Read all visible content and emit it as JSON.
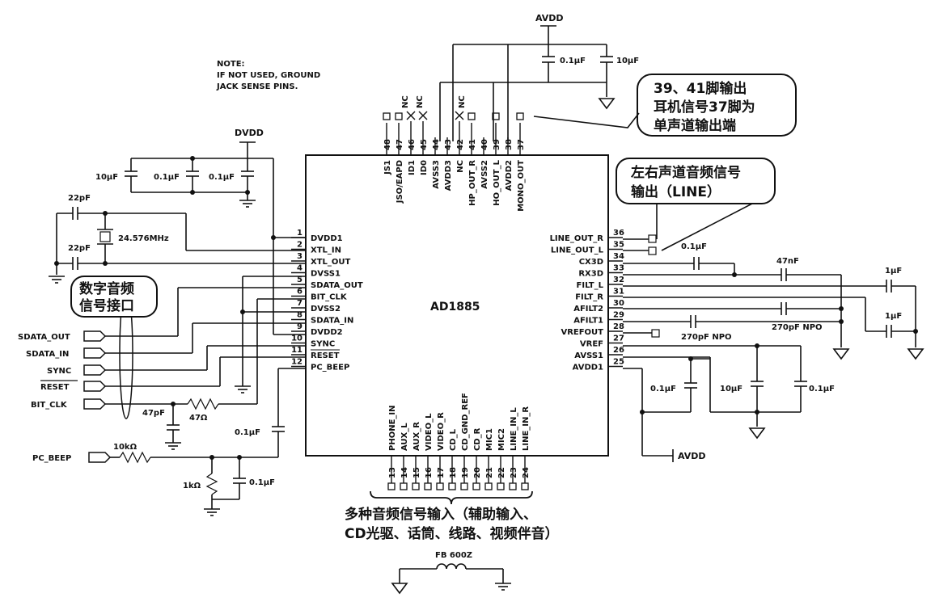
{
  "chip": {
    "name": "AD1885",
    "left_pins": [
      {
        "num": "1",
        "label": "DVDD1"
      },
      {
        "num": "2",
        "label": "XTL_IN"
      },
      {
        "num": "3",
        "label": "XTL_OUT"
      },
      {
        "num": "4",
        "label": "DVSS1"
      },
      {
        "num": "5",
        "label": "SDATA_OUT"
      },
      {
        "num": "6",
        "label": "BIT_CLK"
      },
      {
        "num": "7",
        "label": "DVSS2"
      },
      {
        "num": "8",
        "label": "SDATA_IN"
      },
      {
        "num": "9",
        "label": "DVDD2"
      },
      {
        "num": "10",
        "label": "SYNC"
      },
      {
        "num": "11",
        "label": "RESET"
      },
      {
        "num": "12",
        "label": "PC_BEEP"
      }
    ],
    "right_pins": [
      {
        "num": "36",
        "label": "LINE_OUT_R"
      },
      {
        "num": "35",
        "label": "LINE_OUT_L"
      },
      {
        "num": "34",
        "label": "CX3D"
      },
      {
        "num": "33",
        "label": "RX3D"
      },
      {
        "num": "32",
        "label": "FILT_L"
      },
      {
        "num": "31",
        "label": "FILT_R"
      },
      {
        "num": "30",
        "label": "AFILT2"
      },
      {
        "num": "29",
        "label": "AFILT1"
      },
      {
        "num": "28",
        "label": "VREFOUT"
      },
      {
        "num": "27",
        "label": "VREF"
      },
      {
        "num": "26",
        "label": "AVSS1"
      },
      {
        "num": "25",
        "label": "AVDD1"
      }
    ],
    "top_pins": [
      {
        "num": "48",
        "label": "JS1"
      },
      {
        "num": "47",
        "label": "JSO/EAPD"
      },
      {
        "num": "46",
        "label": "ID1"
      },
      {
        "num": "45",
        "label": "ID0"
      },
      {
        "num": "44",
        "label": "AVSS3"
      },
      {
        "num": "43",
        "label": "AVDD3"
      },
      {
        "num": "42",
        "label": "NC"
      },
      {
        "num": "41",
        "label": "HP_OUT_R"
      },
      {
        "num": "40",
        "label": "AVSS2"
      },
      {
        "num": "39",
        "label": "HO_OUT_L"
      },
      {
        "num": "38",
        "label": "AVDD2"
      },
      {
        "num": "37",
        "label": "MONO_OUT"
      }
    ],
    "bottom_pins": [
      {
        "num": "13",
        "label": "PHONE_IN"
      },
      {
        "num": "14",
        "label": "AUX_L"
      },
      {
        "num": "15",
        "label": "AUX_R"
      },
      {
        "num": "16",
        "label": "VIDEO_L"
      },
      {
        "num": "17",
        "label": "VIDEO_R"
      },
      {
        "num": "18",
        "label": "CD_L"
      },
      {
        "num": "19",
        "label": "CD_GND_REF"
      },
      {
        "num": "20",
        "label": "CD_R"
      },
      {
        "num": "21",
        "label": "MIC1"
      },
      {
        "num": "22",
        "label": "MIC2"
      },
      {
        "num": "23",
        "label": "LINE_IN_L"
      },
      {
        "num": "24",
        "label": "LINE_IN_R"
      }
    ]
  },
  "note": {
    "line1": "NOTE:",
    "line2": "IF NOT USED, GROUND",
    "line3": "JACK SENSE PINS."
  },
  "rails": {
    "avdd": "AVDD",
    "dvdd": "DVDD",
    "avdd_bottom": "AVDD"
  },
  "nc": {
    "a": "NC",
    "b": "NC",
    "c": "NC"
  },
  "components": {
    "c_avdd1": "0.1μF",
    "c_avdd2": "10μF",
    "c_dvdd1": "10μF",
    "c_dvdd2": "0.1μF",
    "c_dvdd3": "0.1μF",
    "c_xtal1": "22pF",
    "c_xtal2": "22pF",
    "crystal": "24.576MHz",
    "c_cx3d": "0.1μF",
    "c_rx3d": "47nF",
    "c_filt1": "1μF",
    "c_filt2": "1μF",
    "c_afilt2": "270pF NPO",
    "c_afilt1": "270pF NPO",
    "c_vref1": "0.1μF",
    "c_vref2": "10μF",
    "c_vref3": "0.1μF",
    "c_bitclk": "47pF",
    "r_bitclk": "47Ω",
    "c_beep_coupling": "0.1μF",
    "r_beep": "10kΩ",
    "r_beep_gnd": "1kΩ",
    "c_beep_gnd": "0.1μF",
    "ferrite": "FB 600Z"
  },
  "ports": {
    "sdata_out": "SDATA_OUT",
    "sdata_in": "SDATA_IN",
    "sync": "SYNC",
    "reset": "RESET",
    "bit_clk": "BIT_CLK",
    "pc_beep": "PC_BEEP"
  },
  "callouts": {
    "digital_line1": "数字音频",
    "digital_line2": "信号接口",
    "headphone_line1": "39、41脚输出",
    "headphone_line2": "耳机信号37脚为",
    "headphone_line3": "单声道输出端",
    "lineout_line1": "左右声道音频信号",
    "lineout_line2": "输出（LINE）",
    "inputs_line1": "多种音频信号输入（辅助输入、",
    "inputs_line2": "CD光驱、话筒、线路、视频伴音）"
  }
}
